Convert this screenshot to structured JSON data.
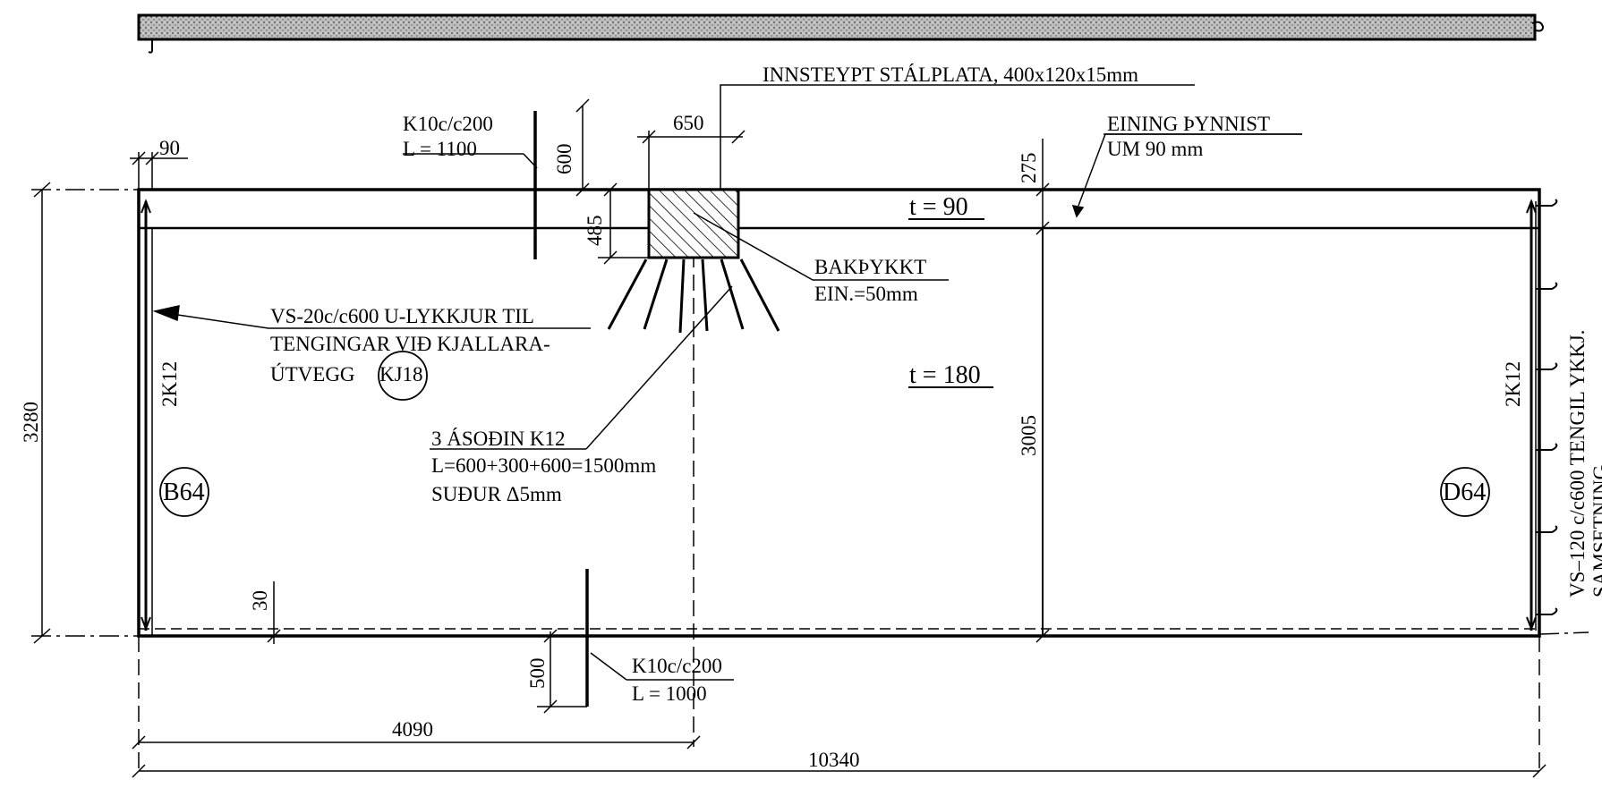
{
  "labels": {
    "steel_plate": "INNSTEYPT STÁLPLATA, 400x120x15mm",
    "dim_650": "650",
    "dim_90": "90",
    "dim_600": "600",
    "dim_485": "485",
    "dim_275": "275",
    "k10_top_1": "K10c/c200",
    "k10_top_2": "L = 1100",
    "thinning_1": "EINING ÞYNNIST",
    "thinning_2": "UM 90 mm",
    "t90": "t = 90",
    "t180": "t = 180",
    "bak_1": "BAKÞYKKT",
    "bak_2": "EIN.=50mm",
    "vs20_1": "VS-20c/c600 U-LYKKJUR TIL",
    "vs20_2": "TENGINGAR VIÐ KJALLARA-",
    "vs20_3": "ÚTVEGG",
    "kj18": "KJ18",
    "weld_1": "3 ÁSOÐIN K12",
    "weld_2": "L=600+300+600=1500mm",
    "weld_3": "SUÐUR Δ5mm",
    "bar_left": "2K12",
    "bar_right": "2K12",
    "b64": "B64",
    "d64": "D64",
    "dim_3280": "3280",
    "dim_3005": "3005",
    "dim_30": "30",
    "dim_500": "500",
    "k10_bot_1": "K10c/c200",
    "k10_bot_2": "L = 1000",
    "dim_4090": "4090",
    "dim_10340": "10340",
    "vs120_1": "VS–120 c/c600 TENGIL YKKJ.",
    "vs120_2": "SAMSETNING"
  }
}
